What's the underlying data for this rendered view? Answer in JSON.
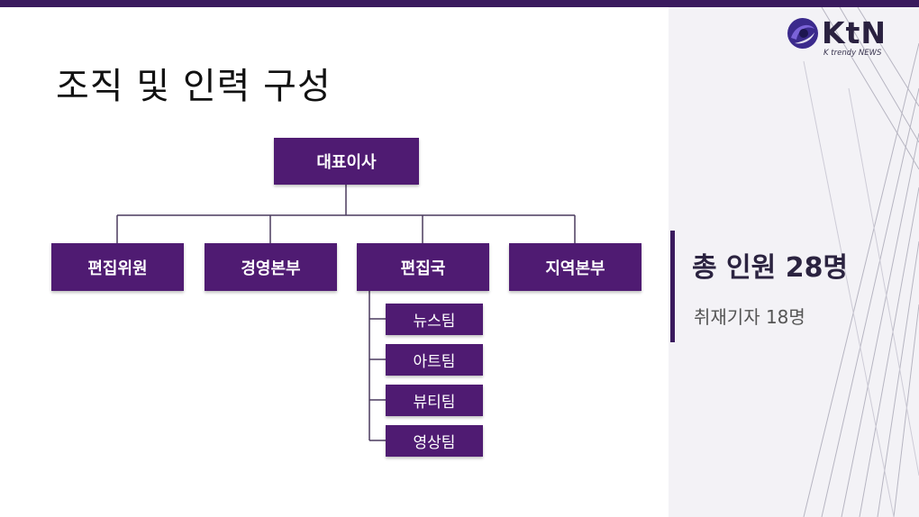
{
  "logo": {
    "name": "KtN",
    "subtitle": "K trendy NEWS"
  },
  "title": "조직 및 인력 구성",
  "org": {
    "ceo": "대표이사",
    "departments": [
      "편집위원",
      "경영본부",
      "편집국",
      "지역본부"
    ],
    "teams": [
      "뉴스팀",
      "아트팀",
      "뷰티팀",
      "영상팀"
    ]
  },
  "summary": {
    "total": "총 인원 28명",
    "reporters": "취재기자 18명"
  },
  "colors": {
    "box": "#4f1b72",
    "accent": "#3a1a5e",
    "panel": "#f3f2f6"
  }
}
